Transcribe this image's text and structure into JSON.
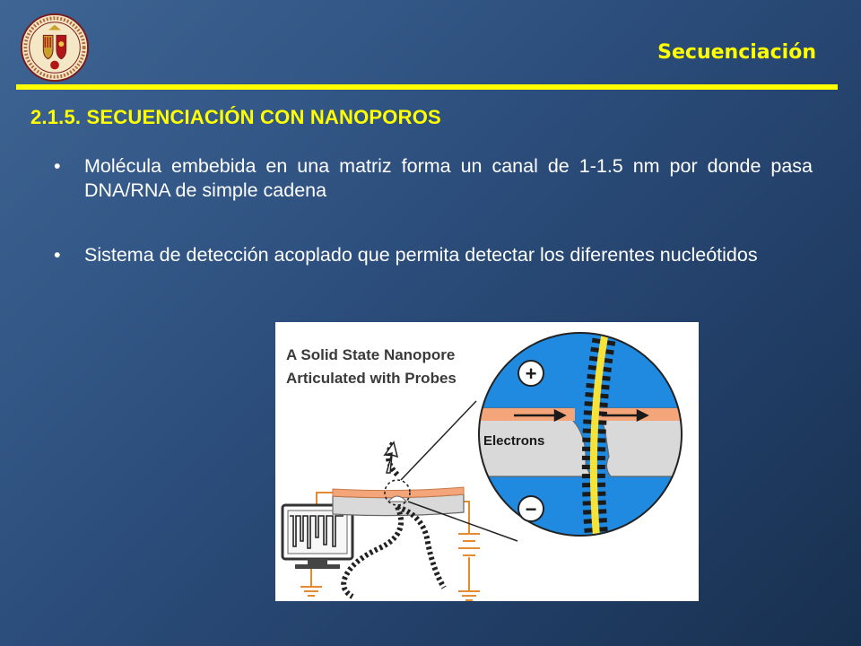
{
  "header": {
    "title": "Secuenciación"
  },
  "section": {
    "title": "2.1.5. SECUENCIACIÓN CON NANOPOROS"
  },
  "bullets": [
    {
      "marker": "•",
      "text": "Molécula embebida en una matriz forma un canal de 1-1.5 nm por donde pasa DNA/RNA de simple cadena"
    },
    {
      "marker": "•",
      "text": "Sistema de detección acoplado que permita detectar los diferentes nucleótidos"
    }
  ],
  "figure": {
    "title_line1": "A Solid State Nanopore",
    "title_line2": "Articulated with Probes",
    "plus_sign": "+",
    "minus_sign": "−",
    "electrons_label": "Electrons"
  },
  "colors": {
    "accent": "#ffff00",
    "background": "#2f5281",
    "zoom_blue": "#1f8ae0",
    "membrane": "#d9d9d9",
    "electrode": "#f4a57a"
  }
}
